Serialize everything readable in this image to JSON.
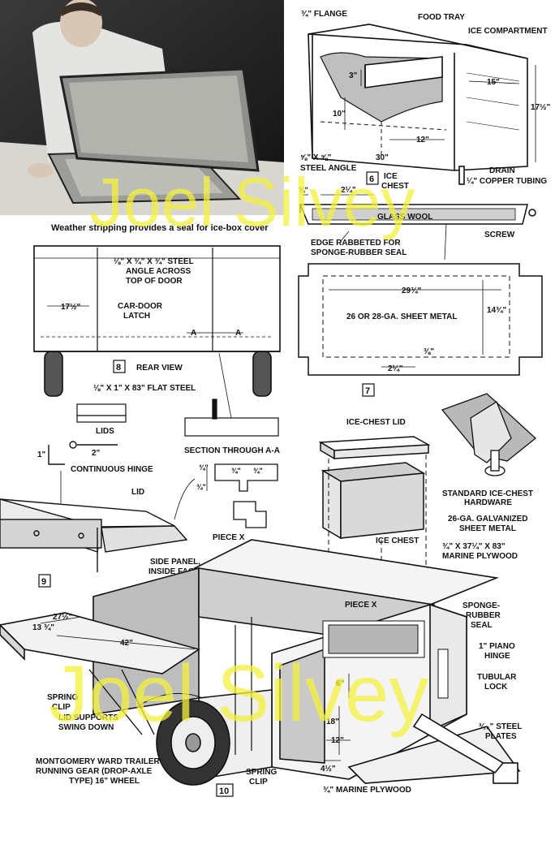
{
  "photo": {
    "caption": "Weather stripping provides a seal for ice-box cover"
  },
  "fig6": {
    "number": "6",
    "title_line1": "ICE",
    "title_line2": "CHEST",
    "labels": {
      "flange": "¾\" FLANGE",
      "food_tray": "FOOD TRAY",
      "ice_compartment": "ICE COMPARTMENT",
      "dim_3": "3\"",
      "dim_15": "15\"",
      "dim_10": "10\"",
      "dim_17_5": "17½\"",
      "dim_12": "12\"",
      "dim_30": "30\"",
      "steel_angle_dims": "⅝\" X ⅝\"",
      "steel_angle": "STEEL ANGLE",
      "drain": "DRAIN",
      "copper_tubing": "¼\" COPPER TUBING"
    }
  },
  "lid_section": {
    "dim_3_4": "¾\"",
    "dim_2_1_4": "2¼\"",
    "glass_wool": "GLASS WOOL",
    "screw": "SCREW",
    "edge_line1": "EDGE RABBETED FOR",
    "edge_line2": "SPONGE-RUBBER SEAL"
  },
  "fig7": {
    "number": "7",
    "sheet_metal": "26 OR 28-GA. SHEET METAL",
    "dim_29_3_4": "29¾\"",
    "dim_14_3_4": "14¾\"",
    "dim_3_8": "⅜\"",
    "dim_2_1_4": "2¼\""
  },
  "fig8": {
    "number": "8",
    "title": "REAR VIEW",
    "steel_angle_line1": "⅛\" X ¾\" X ¾\" STEEL",
    "steel_angle_line2": "ANGLE ACROSS",
    "steel_angle_line3": "TOP OF DOOR",
    "dim_17_5": "17½\"",
    "latch_line1": "CAR-DOOR",
    "latch_line2": "LATCH",
    "section_a1": "A",
    "section_a2": "A",
    "flat_steel": "⅛\" X 1\" X 83\" FLAT STEEL",
    "lids": "LIDS",
    "section_title": "SECTION THROUGH A-A"
  },
  "fig9": {
    "number": "9",
    "dim_1": "1\"",
    "dim_2": "2\"",
    "hinge": "CONTINUOUS HINGE",
    "lid": "LID",
    "side_panel_line1": "SIDE PANEL,",
    "side_panel_line2": "INSIDE FACE",
    "piece_x": "PIECE X",
    "px_dim_3_4a": "¾\"",
    "px_dim_3_4b": "¾\"",
    "px_dim_3_4c": "¾\"",
    "px_dim_3_4d": "¾\""
  },
  "fig10": {
    "number": "10",
    "ice_chest_lid": "ICE-CHEST LID",
    "ice_chest": "ICE CHEST",
    "hardware_line1": "STANDARD ICE-CHEST",
    "hardware_line2": "HARDWARE",
    "galv_line1": "26-GA. GALVANIZED",
    "galv_line2": "SHEET METAL",
    "plywood_top_line1": "¾\" X 37¼\" X 83\"",
    "plywood_top_line2": "MARINE PLYWOOD",
    "piece_x": "PIECE X",
    "seal_line1": "SPONGE-",
    "seal_line2": "RUBBER",
    "seal_line3": "SEAL",
    "piano_line1": "1\" PIANO",
    "piano_line2": "HINGE",
    "lock_line1": "TUBULAR",
    "lock_line2": "LOCK",
    "dim_27_5": "27½\"",
    "dim_13_3_4": "13 ¾\"",
    "dim_42": "42\"",
    "dim_6": "6\"",
    "dim_18": "18\"",
    "dim_12": "12\"",
    "dim_4_5": "4½\"",
    "spring_clip_1_line1": "SPRING",
    "spring_clip_1_line2": "CLIP",
    "lid_supports_line1": "LID SUPPORTS",
    "lid_supports_line2": "SWING DOWN",
    "gear_line1": "MONTGOMERY WARD TRAILER",
    "gear_line2": "RUNNING GEAR (DROP-AXLE",
    "gear_line3": "TYPE) 16\" WHEEL",
    "spring_clip_2_line1": "SPRING",
    "spring_clip_2_line2": "CLIP",
    "plywood_bottom": "¾\" MARINE PLYWOOD",
    "plates_line1": "³⁄₁₆\" STEEL",
    "plates_line2": "PLATES"
  },
  "watermark": {
    "text_top": "Joel Silvey",
    "text_bottom": "Joel Silvey"
  }
}
